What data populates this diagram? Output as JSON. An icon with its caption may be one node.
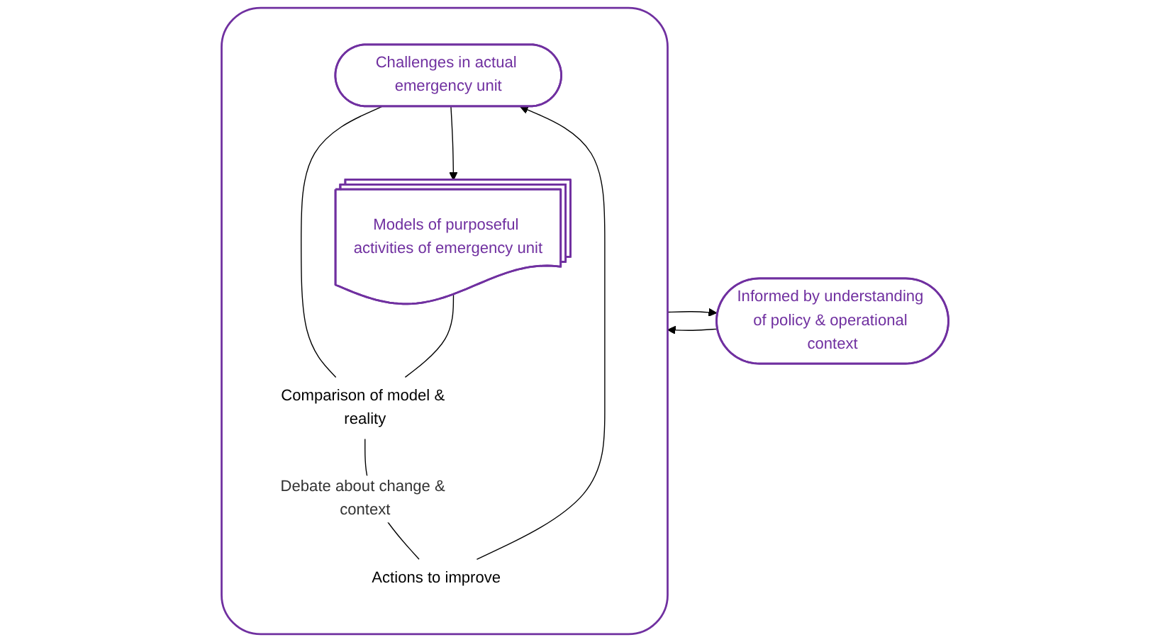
{
  "diagram": {
    "nodes": [
      {
        "text": [],
        "shape": "box"
      },
      {
        "text": [
          "Challenges in actual emergency unit"
        ],
        "in": 0
      },
      {
        "text": [
          "Models of purposeful activities of emergency unit"
        ],
        "in": 0
      },
      {
        "text": [
          "Comparison of model & reality"
        ],
        "in": 0
      },
      {
        "text": [
          "Actions to improve"
        ],
        "in": 0
      },
      {
        "text": [
          "Informed by understanding of policy & operational context"
        ]
      }
    ],
    "edges": [
      {
        "from": 1,
        "to": 2,
        "arrow": "to"
      },
      {
        "from": 1,
        "to": 3,
        "arrow": "none"
      },
      {
        "from": 2,
        "to": 3,
        "arrow": "none"
      },
      {
        "from": 3,
        "to": 4,
        "arrow": "none",
        "label": "Debate about change & context"
      },
      {
        "from": 4,
        "to": 1,
        "arrow": "to"
      },
      {
        "from": 0,
        "to": 5,
        "arrow": "to"
      },
      {
        "from": 5,
        "to": 0,
        "arrow": "to"
      }
    ]
  }
}
